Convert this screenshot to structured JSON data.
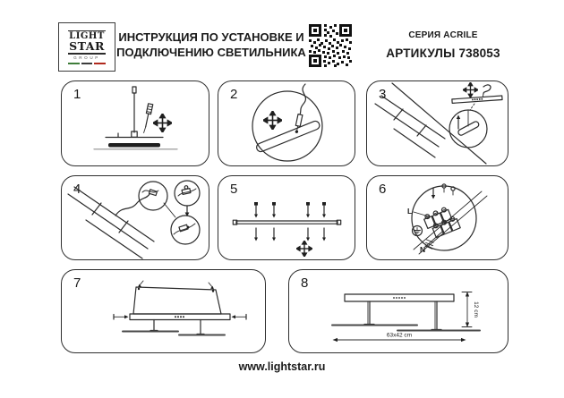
{
  "header": {
    "logo": {
      "line1": "LIGHT",
      "line2": "STAR",
      "line3": "GROUP"
    },
    "title_line1": "ИНСТРУКЦИЯ ПО УСТАНОВКЕ И",
    "title_line2": "ПОДКЛЮЧЕНИЮ СВЕТИЛЬНИКА",
    "series": "СЕРИЯ ACRILE",
    "articles": "АРТИКУЛЫ 738053"
  },
  "steps": [
    {
      "number": "1"
    },
    {
      "number": "2"
    },
    {
      "number": "3"
    },
    {
      "number": "4"
    },
    {
      "number": "5"
    },
    {
      "number": "6"
    },
    {
      "number": "7"
    },
    {
      "number": "8"
    }
  ],
  "diagram_labels": {
    "live": "L",
    "neutral": "N",
    "width_dim": "63x42 cm",
    "height_dim": "12 cm"
  },
  "icons": {
    "qr_code": "qr-code",
    "move_arrows": "move-arrows-icon",
    "screwdriver": "screwdriver-icon",
    "ground": "ground-icon"
  },
  "colors": {
    "line": "#2b2b2b",
    "flag_green": "#3f7d3a",
    "flag_dark": "#3c3c3c",
    "flag_red": "#b02a1e"
  },
  "footer": {
    "url": "www.lightstar.ru"
  }
}
